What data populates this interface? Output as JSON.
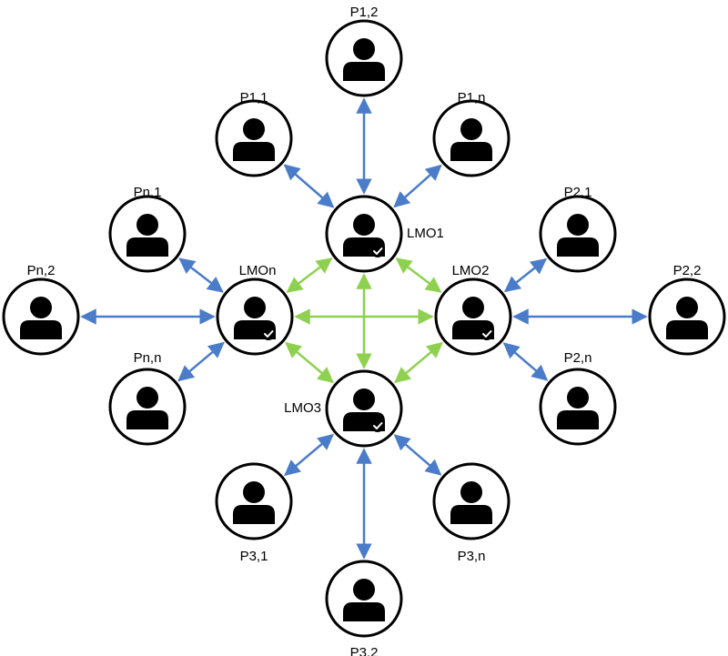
{
  "colors": {
    "peer_link": "#4a7cc9",
    "lmo_link": "#8ed150",
    "node_stroke": "#000000",
    "node_fill": "#ffffff",
    "person_fill": "#000000",
    "check_mark": "#ffffff"
  },
  "icons": {
    "person": "person-icon",
    "verified_person": "verified-person-icon",
    "check": "check-icon"
  },
  "nodes": {
    "lmo1": {
      "label": "LMO1",
      "verified": true
    },
    "lmo2": {
      "label": "LMO2",
      "verified": true
    },
    "lmo3": {
      "label": "LMO3",
      "verified": true
    },
    "lmon": {
      "label": "LMOn",
      "verified": true
    },
    "p1_1": {
      "label": "P1,1"
    },
    "p1_2": {
      "label": "P1,2"
    },
    "p1_n": {
      "label": "P1,n"
    },
    "p2_1": {
      "label": "P2,1"
    },
    "p2_2": {
      "label": "P2,2"
    },
    "p2_n": {
      "label": "P2,n"
    },
    "p3_1": {
      "label": "P3,1"
    },
    "p3_2": {
      "label": "P3,2"
    },
    "p3_n": {
      "label": "P3,n"
    },
    "pn_1": {
      "label": "Pn,1"
    },
    "pn_2": {
      "label": "Pn,2"
    },
    "pn_n": {
      "label": "Pn,n"
    }
  },
  "edges": [
    {
      "from": "lmo1",
      "to": "p1_1",
      "kind": "peer"
    },
    {
      "from": "lmo1",
      "to": "p1_2",
      "kind": "peer"
    },
    {
      "from": "lmo1",
      "to": "p1_n",
      "kind": "peer"
    },
    {
      "from": "lmo2",
      "to": "p2_1",
      "kind": "peer"
    },
    {
      "from": "lmo2",
      "to": "p2_2",
      "kind": "peer"
    },
    {
      "from": "lmo2",
      "to": "p2_n",
      "kind": "peer"
    },
    {
      "from": "lmo3",
      "to": "p3_1",
      "kind": "peer"
    },
    {
      "from": "lmo3",
      "to": "p3_2",
      "kind": "peer"
    },
    {
      "from": "lmo3",
      "to": "p3_n",
      "kind": "peer"
    },
    {
      "from": "lmon",
      "to": "pn_1",
      "kind": "peer"
    },
    {
      "from": "lmon",
      "to": "pn_2",
      "kind": "peer"
    },
    {
      "from": "lmon",
      "to": "pn_n",
      "kind": "peer"
    },
    {
      "from": "lmo1",
      "to": "lmo2",
      "kind": "lmo"
    },
    {
      "from": "lmo1",
      "to": "lmo3",
      "kind": "lmo"
    },
    {
      "from": "lmo1",
      "to": "lmon",
      "kind": "lmo"
    },
    {
      "from": "lmo2",
      "to": "lmo3",
      "kind": "lmo"
    },
    {
      "from": "lmo2",
      "to": "lmon",
      "kind": "lmo"
    },
    {
      "from": "lmo3",
      "to": "lmon",
      "kind": "lmo"
    }
  ]
}
